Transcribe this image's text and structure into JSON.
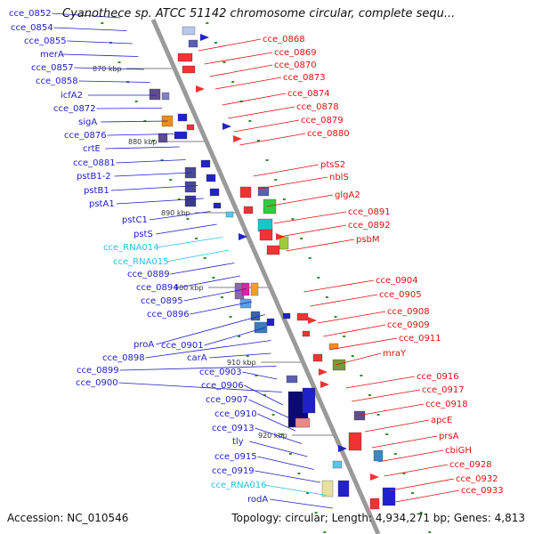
{
  "title": "Cyanothece sp. ATCC 51142 chromosome circular, complete sequ...",
  "accession": "Accession: NC_010546",
  "summary": "Topology: circular; Length: 4,934,271 bp; Genes: 4,813",
  "colors": {
    "left_label": "#1d1dc4",
    "right_label": "#e01010",
    "rna_label": "#2bbfe0",
    "backbone": "#9a9a9a",
    "tick": "#2f8f2f"
  },
  "kbp_marks": [
    "870 kbp",
    "880 kbp",
    "890 kbp",
    "900 kbp",
    "910 kbp",
    "920 kbp"
  ],
  "left_genes": [
    {
      "label": "cce_0852",
      "rna": false
    },
    {
      "label": "cce_0854",
      "rna": false
    },
    {
      "label": "cce_0855",
      "rna": false
    },
    {
      "label": "merA",
      "rna": false
    },
    {
      "label": "cce_0857",
      "rna": false
    },
    {
      "label": "cce_0858",
      "rna": false
    },
    {
      "label": "icfA2",
      "rna": false
    },
    {
      "label": "cce_0872",
      "rna": false
    },
    {
      "label": "sigA",
      "rna": false
    },
    {
      "label": "cce_0876",
      "rna": false
    },
    {
      "label": "crtE",
      "rna": false
    },
    {
      "label": "cce_0881",
      "rna": false
    },
    {
      "label": "pstB1-2",
      "rna": false
    },
    {
      "label": "pstB1",
      "rna": false
    },
    {
      "label": "pstA1",
      "rna": false
    },
    {
      "label": "pstC1",
      "rna": false
    },
    {
      "label": "pstS",
      "rna": false
    },
    {
      "label": "cce_RNA014",
      "rna": true
    },
    {
      "label": "cce_RNA015",
      "rna": true
    },
    {
      "label": "cce_0889",
      "rna": false
    },
    {
      "label": "cce_0894",
      "rna": false
    },
    {
      "label": "cce_0895",
      "rna": false
    },
    {
      "label": "cce_0896",
      "rna": false
    },
    {
      "label": "proA",
      "rna": false
    },
    {
      "label": "cce_0901",
      "rna": false
    },
    {
      "label": "cce_0898",
      "rna": false
    },
    {
      "label": "carA",
      "rna": false
    },
    {
      "label": "cce_0899",
      "rna": false
    },
    {
      "label": "cce_0903",
      "rna": false
    },
    {
      "label": "cce_0900",
      "rna": false
    },
    {
      "label": "cce_0906",
      "rna": false
    },
    {
      "label": "cce_0907",
      "rna": false
    },
    {
      "label": "cce_0910",
      "rna": false
    },
    {
      "label": "cce_0913",
      "rna": false
    },
    {
      "label": "tly",
      "rna": false
    },
    {
      "label": "cce_0915",
      "rna": false
    },
    {
      "label": "cce_0919",
      "rna": false
    },
    {
      "label": "cce_RNA016",
      "rna": true
    },
    {
      "label": "rodA",
      "rna": false
    }
  ],
  "right_genes": [
    {
      "label": "cce_0868"
    },
    {
      "label": "cce_0869"
    },
    {
      "label": "cce_0870"
    },
    {
      "label": "cce_0873"
    },
    {
      "label": "cce_0874"
    },
    {
      "label": "cce_0878"
    },
    {
      "label": "cce_0879"
    },
    {
      "label": "cce_0880"
    },
    {
      "label": "ptsS2"
    },
    {
      "label": "nblS"
    },
    {
      "label": "glgA2"
    },
    {
      "label": "cce_0891"
    },
    {
      "label": "cce_0892"
    },
    {
      "label": "psbM"
    },
    {
      "label": "cce_0904"
    },
    {
      "label": "cce_0905"
    },
    {
      "label": "cce_0908"
    },
    {
      "label": "cce_0909"
    },
    {
      "label": "cce_0911"
    },
    {
      "label": "mraY"
    },
    {
      "label": "cce_0916"
    },
    {
      "label": "cce_0917"
    },
    {
      "label": "cce_0918"
    },
    {
      "label": "apcE"
    },
    {
      "label": "prsA"
    },
    {
      "label": "cbiGH"
    },
    {
      "label": "cce_0928"
    },
    {
      "label": "cce_0932"
    },
    {
      "label": "cce_0933"
    }
  ]
}
